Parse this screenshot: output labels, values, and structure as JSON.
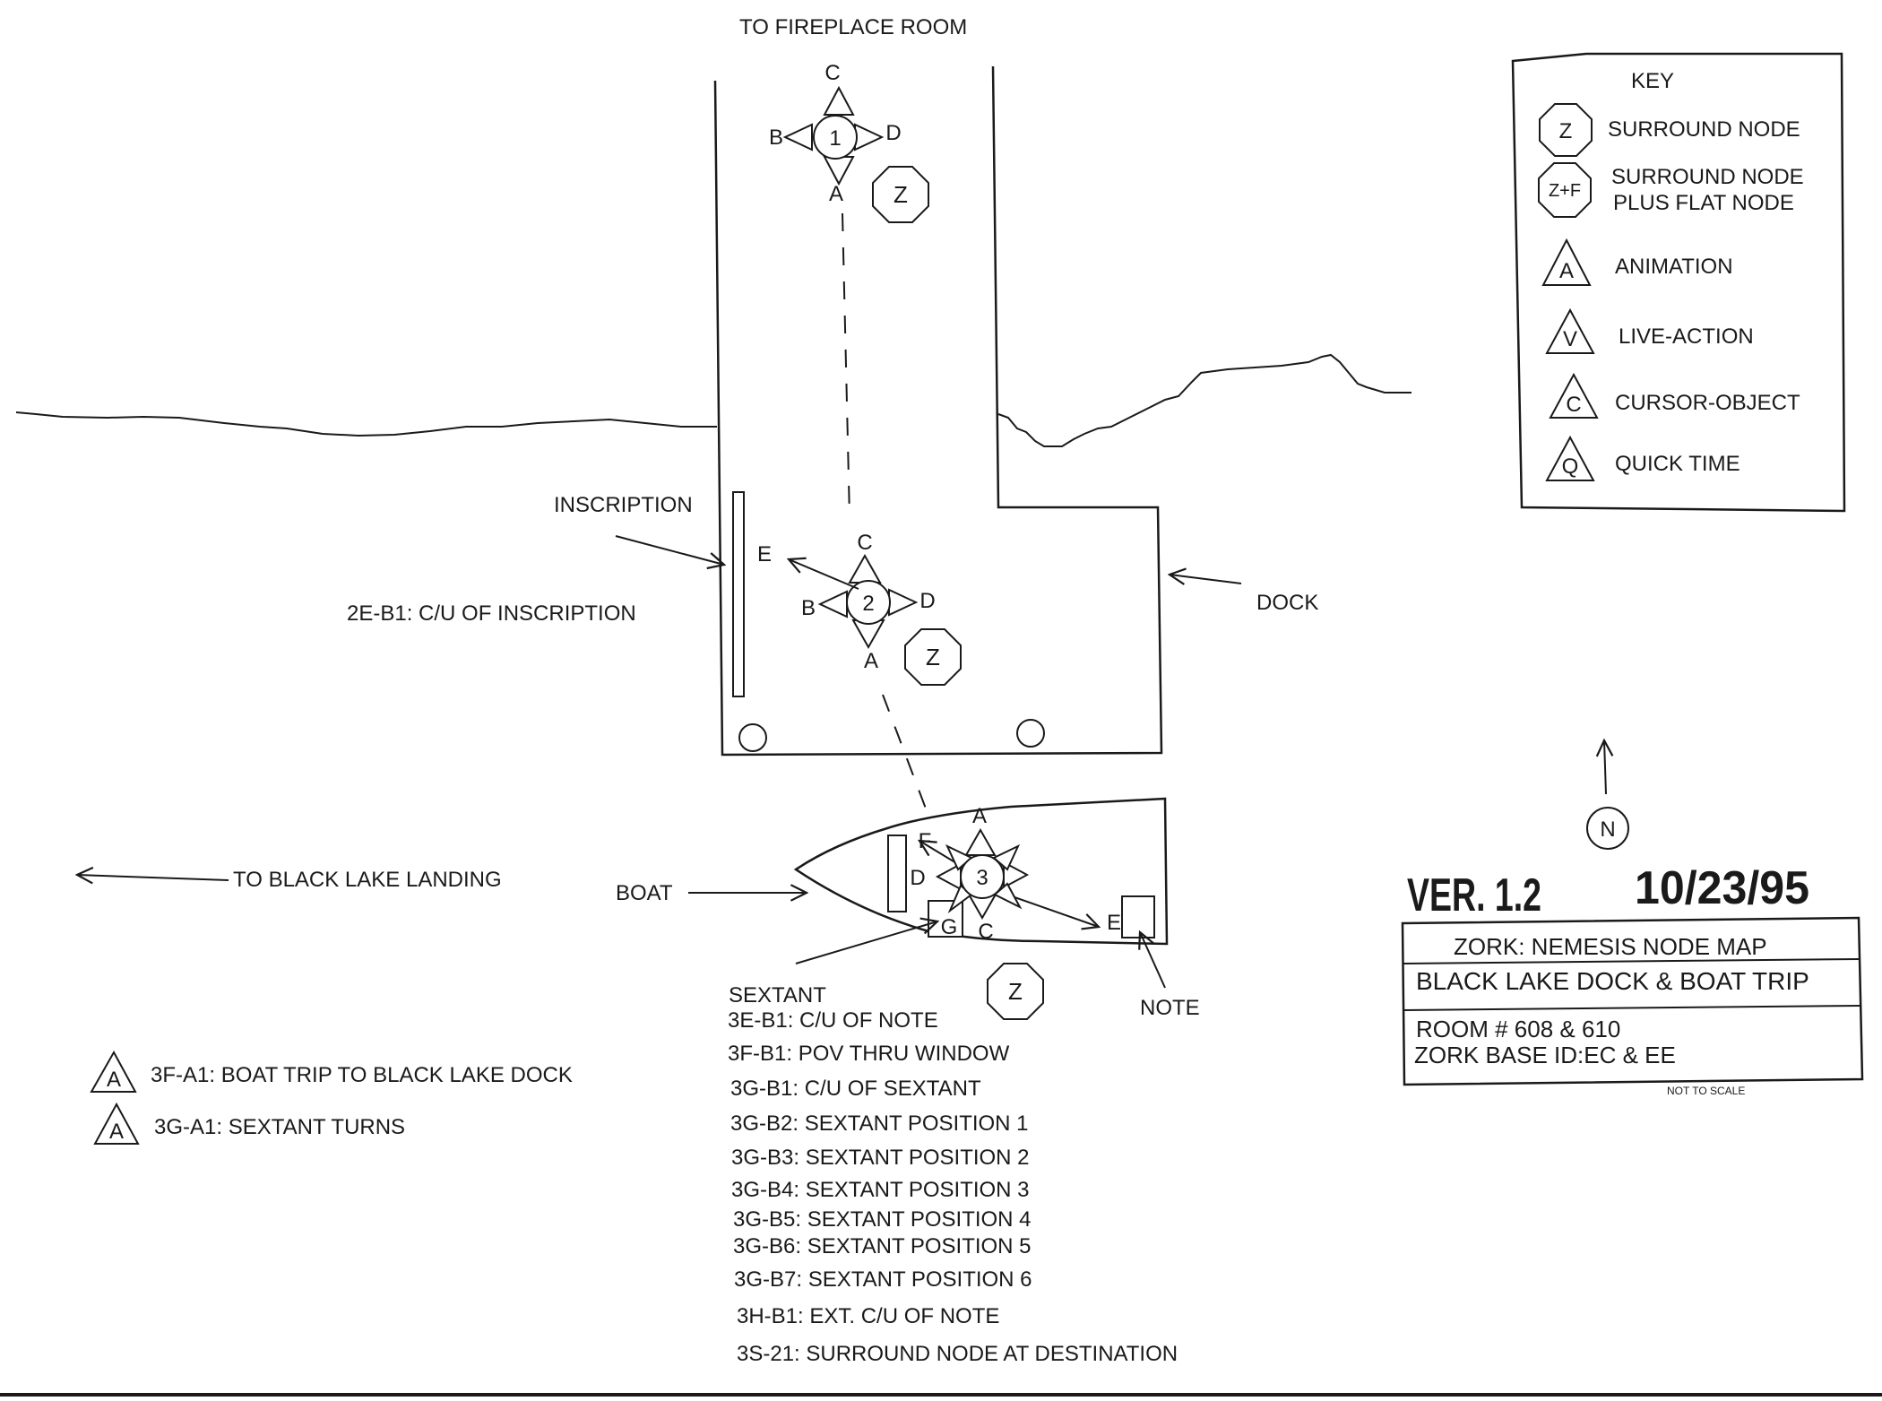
{
  "labels": {
    "to_fireplace": "TO FIREPLACE ROOM",
    "inscription": "INSCRIPTION",
    "inscription_cu": "2E-B1: C/U OF INSCRIPTION",
    "dock": "DOCK",
    "to_black_lake": "TO BLACK LAKE LANDING",
    "boat": "BOAT",
    "sextant": "SEXTANT",
    "note": "NOTE"
  },
  "nodes": {
    "n1": {
      "id": "1",
      "up": "C",
      "left": "B",
      "right": "D",
      "down": "A"
    },
    "n2": {
      "id": "2",
      "up": "C",
      "left": "B",
      "right": "D",
      "down": "A",
      "extra": "E"
    },
    "n3": {
      "id": "3",
      "up": "A",
      "left": "D",
      "down": "C",
      "extra_f": "F",
      "extra_e": "E",
      "extra_g": "G"
    }
  },
  "surround_symbol": "Z",
  "key": {
    "title": "KEY",
    "items": [
      {
        "symbol": "Z",
        "label": "SURROUND NODE"
      },
      {
        "symbol": "Z+F",
        "label": "SURROUND NODE",
        "label2": "PLUS FLAT NODE"
      },
      {
        "symbol": "A",
        "label": "ANIMATION"
      },
      {
        "symbol": "V",
        "label": "LIVE-ACTION"
      },
      {
        "symbol": "C",
        "label": "CURSOR-OBJECT"
      },
      {
        "symbol": "Q",
        "label": "QUICK TIME"
      }
    ]
  },
  "compass": "N",
  "version": "VER. 1.2",
  "date": "10/23/95",
  "title_block": {
    "line1": "ZORK: NEMESIS NODE MAP",
    "line2": "BLACK LAKE DOCK & BOAT TRIP",
    "line3": "ROOM # 608 & 610",
    "line4": "ZORK BASE ID:EC & EE",
    "scale": "NOT TO SCALE"
  },
  "animations": [
    {
      "symbol": "A",
      "label": "3F-A1: BOAT TRIP TO BLACK LAKE DOCK"
    },
    {
      "symbol": "A",
      "label": "3G-A1: SEXTANT TURNS"
    }
  ],
  "shot_list": [
    "3E-B1: C/U OF NOTE",
    "3F-B1: POV THRU WINDOW",
    "3G-B1: C/U OF SEXTANT",
    "3G-B2: SEXTANT POSITION 1",
    "3G-B3: SEXTANT POSITION 2",
    "3G-B4: SEXTANT POSITION 3",
    "3G-B5: SEXTANT POSITION 4",
    "3G-B6: SEXTANT POSITION 5",
    "3G-B7: SEXTANT POSITION 6",
    "3H-B1: EXT. C/U OF NOTE",
    "3S-21: SURROUND NODE AT DESTINATION"
  ]
}
